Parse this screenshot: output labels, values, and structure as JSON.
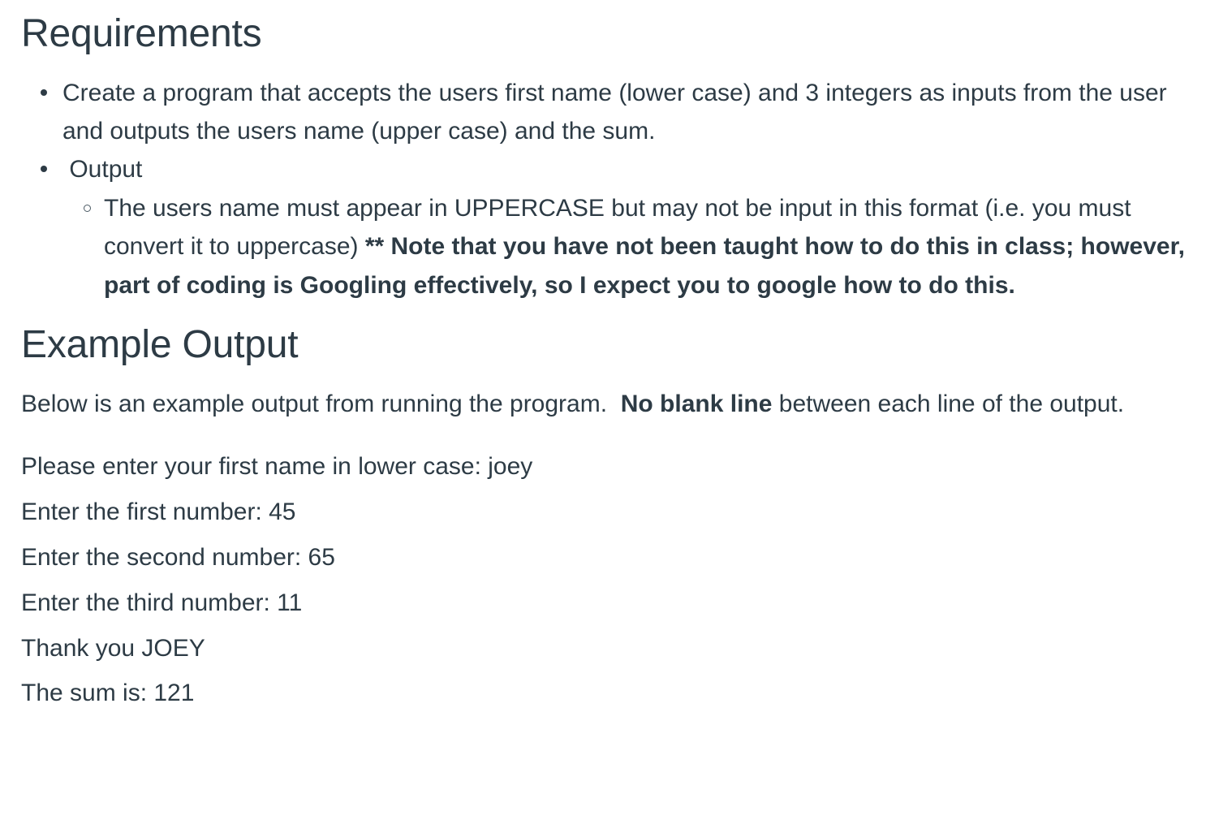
{
  "document": {
    "sections": [
      {
        "heading": "Requirements",
        "bullets": [
          {
            "text": "Create a program that accepts the users first name (lower case) and 3 integers as inputs from the user and outputs the users name (upper case) and the sum.",
            "marker": "disc"
          },
          {
            "text": " Output",
            "marker": "disc",
            "sub_bullets": [
              {
                "marker": "circle",
                "normal_text": "The users name must appear in UPPERCASE but may not be input in this format (i.e. you must convert it to uppercase) ",
                "bold_text": "** Note that you have not been taught how to do this in class; however, part of coding is Googling effectively, so I expect you to google how to do this."
              }
            ]
          }
        ]
      },
      {
        "heading": "Example Output",
        "paragraph": {
          "part_one": "Below is an example output from running the program.",
          "gap": "  ",
          "bold_part": "No blank line",
          "part_two": " between each line of the output."
        },
        "example_output_lines": [
          "Please enter your first name in lower case: joey",
          "Enter the first number: 45",
          "Enter the second number: 65",
          "Enter the third number: 11",
          "Thank you JOEY",
          "The sum is: 121"
        ]
      }
    ]
  },
  "colors": {
    "text": "#2d3b45",
    "background": "#ffffff",
    "bullet": "#2d3b45",
    "sub_bullet_outline": "#4b5a64"
  }
}
